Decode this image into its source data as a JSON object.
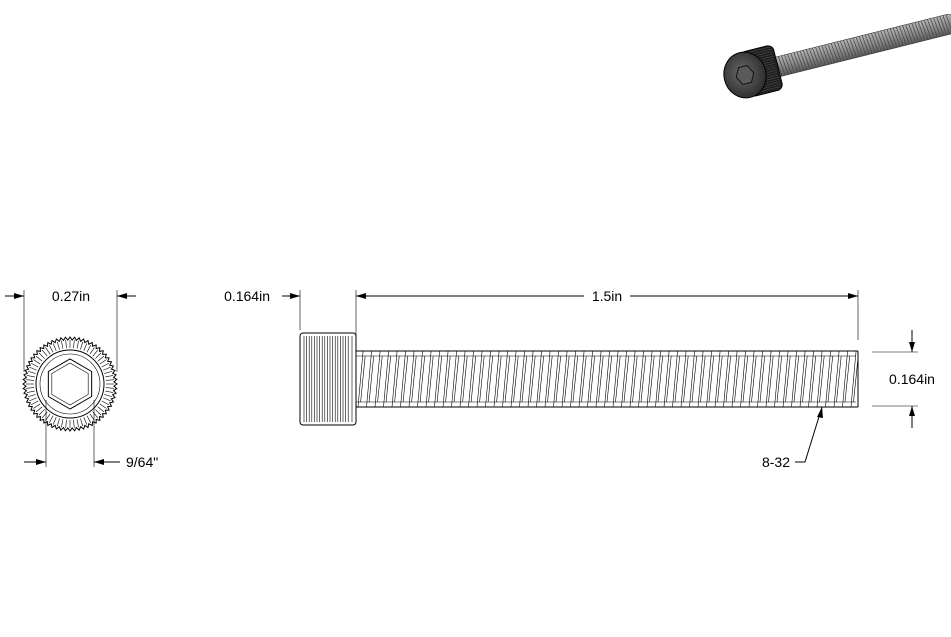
{
  "dimensions": {
    "head_diameter": "0.27in",
    "hex_socket_size": "9/64\"",
    "head_height": "0.164in",
    "length": "1.5in",
    "thread_major_diameter": "0.164in",
    "thread_spec": "8-32"
  },
  "colors": {
    "line": "#000000",
    "background": "#ffffff",
    "iso_body": "#8a8a8a",
    "iso_dark": "#3a3a3a"
  }
}
